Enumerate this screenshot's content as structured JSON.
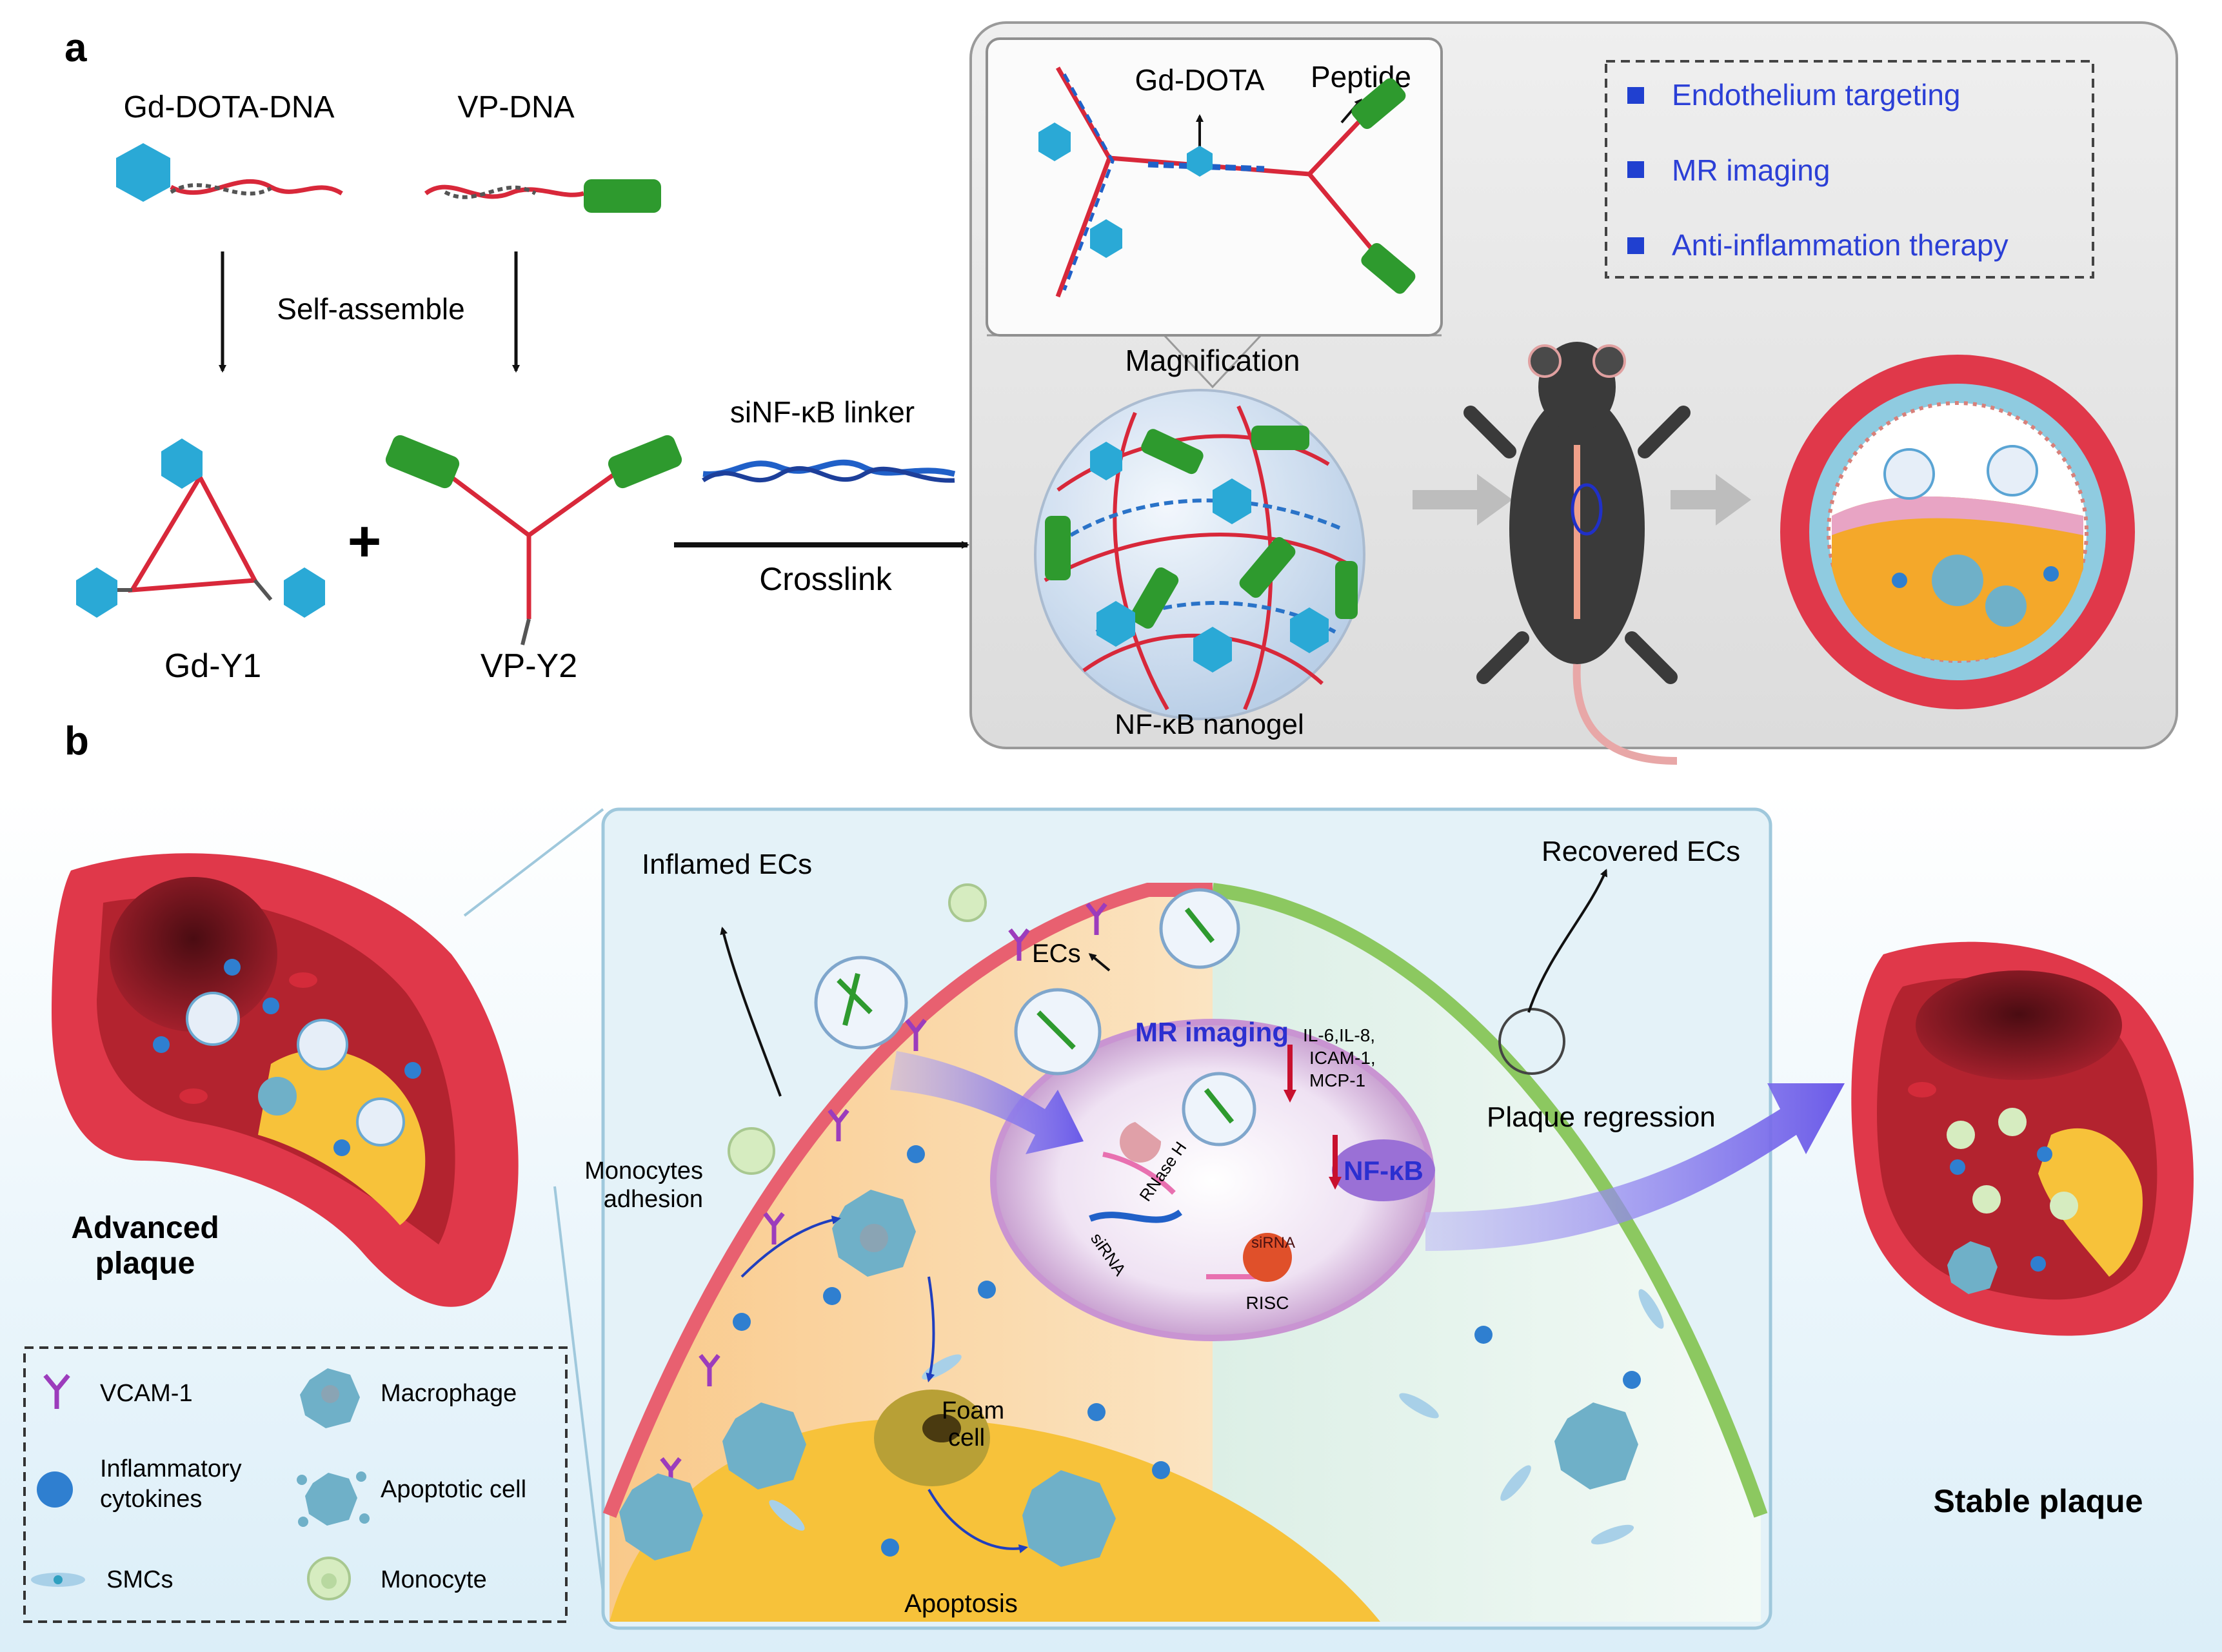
{
  "panel_a": {
    "letter": "a",
    "gd_dota_dna": "Gd-DOTA-DNA",
    "vp_dna": "VP-DNA",
    "self_assemble": "Self-assemble",
    "gd_y1": "Gd-Y1",
    "plus": "+",
    "vp_y2": "VP-Y2",
    "linker": "siNF-κB linker",
    "crosslink": "Crosslink",
    "magnification": "Magnification",
    "gd_dota": "Gd-DOTA",
    "peptide": "Peptide",
    "nanogel": "NF-κB nanogel",
    "features": [
      "Endothelium targeting",
      "MR  imaging",
      "Anti-inflammation therapy"
    ]
  },
  "panel_b": {
    "letter": "b",
    "advanced_plaque_1": "Advanced",
    "advanced_plaque_2": "plaque",
    "inflamed_ecs": "Inflamed ECs",
    "recovered_ecs": "Recovered ECs",
    "ecs": "ECs",
    "mr_imaging": "MR imaging",
    "cytokines_list": [
      "IL-6,IL-8,",
      "ICAM-1,",
      "MCP-1"
    ],
    "nfkb": "NF-κB",
    "plaque_regression": "Plaque regression",
    "monocytes_adhesion_1": "Monocytes",
    "monocytes_adhesion_2": "adhesion",
    "rnase": "RNase H",
    "sirna": "siRNA",
    "sirna2": "siRNA",
    "risc": "RISC",
    "foam_1": "Foam",
    "foam_2": "cell",
    "apoptosis": "Apoptosis",
    "stable_plaque": "Stable plaque"
  },
  "legend": {
    "vcam": "VCAM-1",
    "macrophage": "Macrophage",
    "cytokines_1": "Inflammatory",
    "cytokines_2": "cytokines",
    "apoptotic": "Apoptotic cell",
    "smcs": "SMCs",
    "monocyte": "Monocyte"
  },
  "colors": {
    "gd": "#2aa9d6",
    "peptide": "#2e9a2e",
    "dna_red": "#d8283a",
    "dna_blue": "#2060c8",
    "feature_text": "#2b3fd6",
    "vessel": "#e0384a",
    "lipid": "#f4a82a",
    "arrow_purple": "#7a6cf0"
  },
  "icons": [
    "vcam-icon",
    "macrophage-icon",
    "cytokine-icon",
    "apoptotic-cell-icon",
    "smc-icon",
    "monocyte-icon",
    "mouse-icon",
    "nanogel-icon"
  ]
}
